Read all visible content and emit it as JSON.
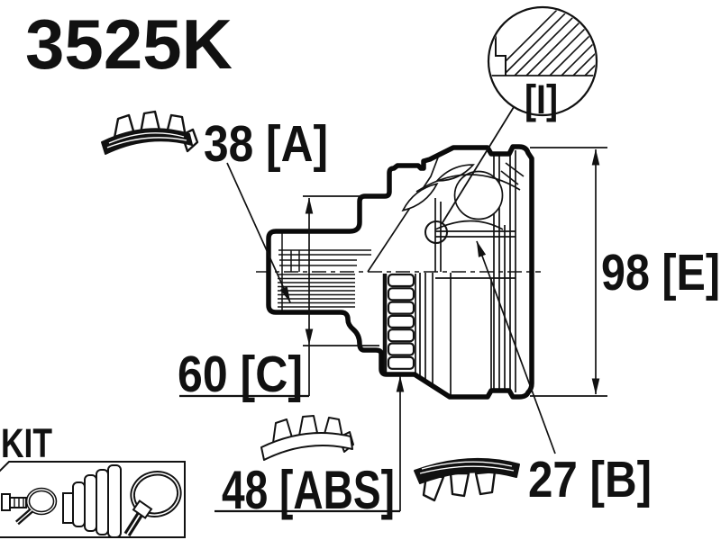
{
  "title": "3525K",
  "kit": {
    "label": "KIT"
  },
  "detail_view": {
    "label": "[I]"
  },
  "dims": {
    "a": {
      "label": "38 [A]",
      "value": 38,
      "code": "A"
    },
    "c": {
      "label": "60 [C]",
      "value": 60,
      "code": "C"
    },
    "abs": {
      "label": "48 [ABS]",
      "value": 48,
      "code": "ABS"
    },
    "b": {
      "label": "27 [B]",
      "value": 27,
      "code": "B"
    },
    "e": {
      "label": "98 [E]",
      "value": 98,
      "code": "E"
    }
  },
  "colors": {
    "ink": "#111111",
    "paper": "#ffffff"
  }
}
